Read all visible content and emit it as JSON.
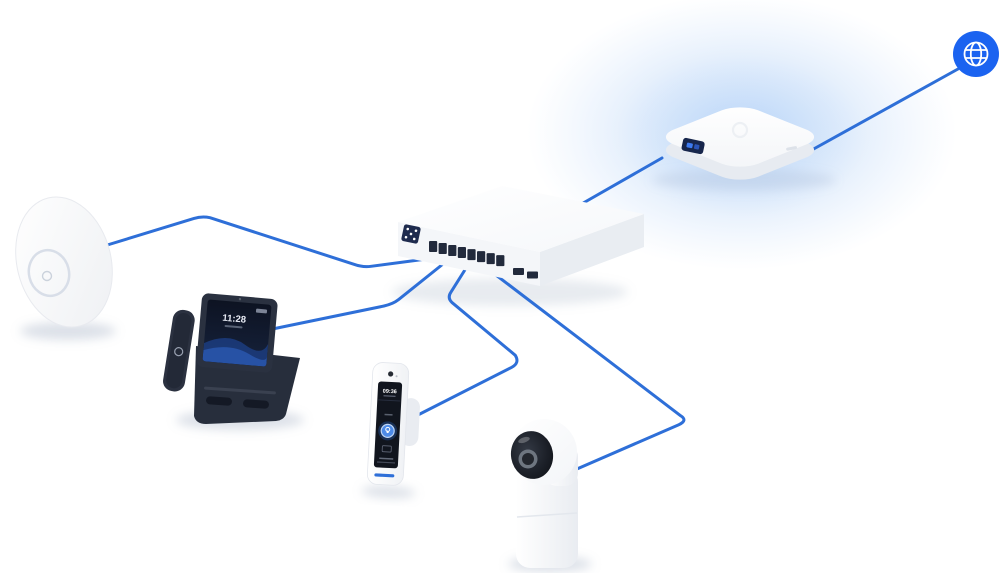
{
  "colors": {
    "cable": "#2E6FD8",
    "globe": "#1B63F0",
    "glow": "#BFD9F9",
    "led_blue": "#2E6FD8",
    "screen_dark": "#11151E"
  },
  "screens": {
    "phone_time": "11:28",
    "intercom_time": "09:36"
  },
  "nodes": [
    {
      "id": "internet",
      "icon": "globe-icon"
    },
    {
      "id": "gateway",
      "icon": "cloud-gateway-device"
    },
    {
      "id": "switch",
      "icon": "switch-device",
      "rj45_ports": 8,
      "sfp_ports": 2
    },
    {
      "id": "access-point",
      "icon": "access-point-device"
    },
    {
      "id": "phone",
      "icon": "voip-phone-device",
      "screen_time": "11:28"
    },
    {
      "id": "intercom",
      "icon": "intercom-device",
      "screen_time": "09:36"
    },
    {
      "id": "camera",
      "icon": "camera-device"
    }
  ],
  "links": [
    {
      "from": "internet",
      "to": "gateway"
    },
    {
      "from": "gateway",
      "to": "switch"
    },
    {
      "from": "switch",
      "to": "access-point"
    },
    {
      "from": "switch",
      "to": "phone"
    },
    {
      "from": "switch",
      "to": "intercom"
    },
    {
      "from": "switch",
      "to": "camera"
    }
  ]
}
